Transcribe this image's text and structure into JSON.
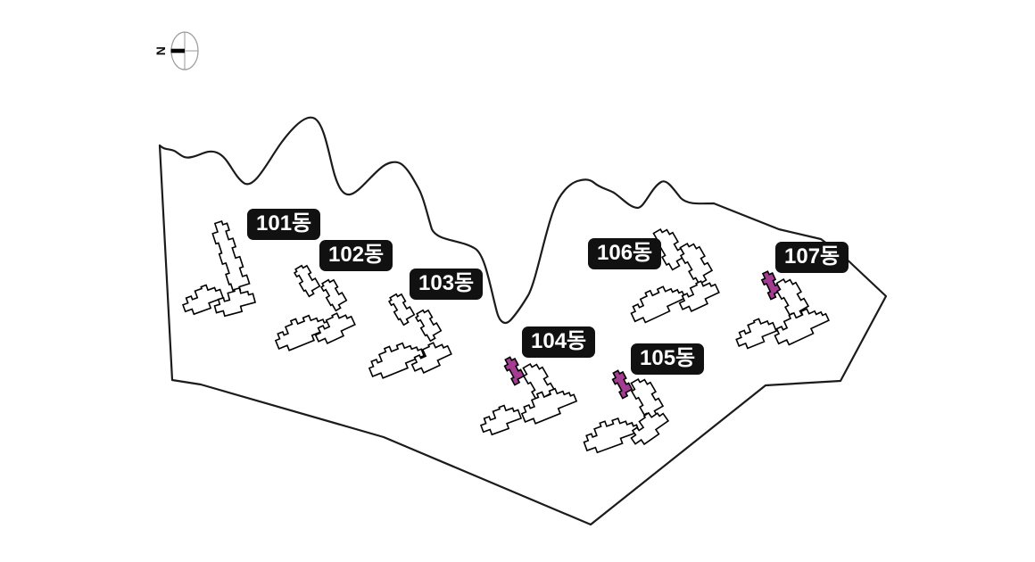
{
  "site_map": {
    "compass": {
      "north_label": "N"
    },
    "buildings": {
      "labels": [
        {
          "id": "101",
          "text": "101동",
          "highlighted": false
        },
        {
          "id": "102",
          "text": "102동",
          "highlighted": false
        },
        {
          "id": "103",
          "text": "103동",
          "highlighted": false
        },
        {
          "id": "104",
          "text": "104동",
          "highlighted": true
        },
        {
          "id": "105",
          "text": "105동",
          "highlighted": true
        },
        {
          "id": "106",
          "text": "106동",
          "highlighted": false
        },
        {
          "id": "107",
          "text": "107동",
          "highlighted": true
        }
      ]
    },
    "colors": {
      "boundary": "#1b1b1b",
      "building_fill": "#ffffff",
      "building_outline": "#000000",
      "highlight": "#a43d92",
      "label_bg": "#111111",
      "label_text": "#ffffff",
      "compass_gray": "#9a9a9a"
    }
  }
}
